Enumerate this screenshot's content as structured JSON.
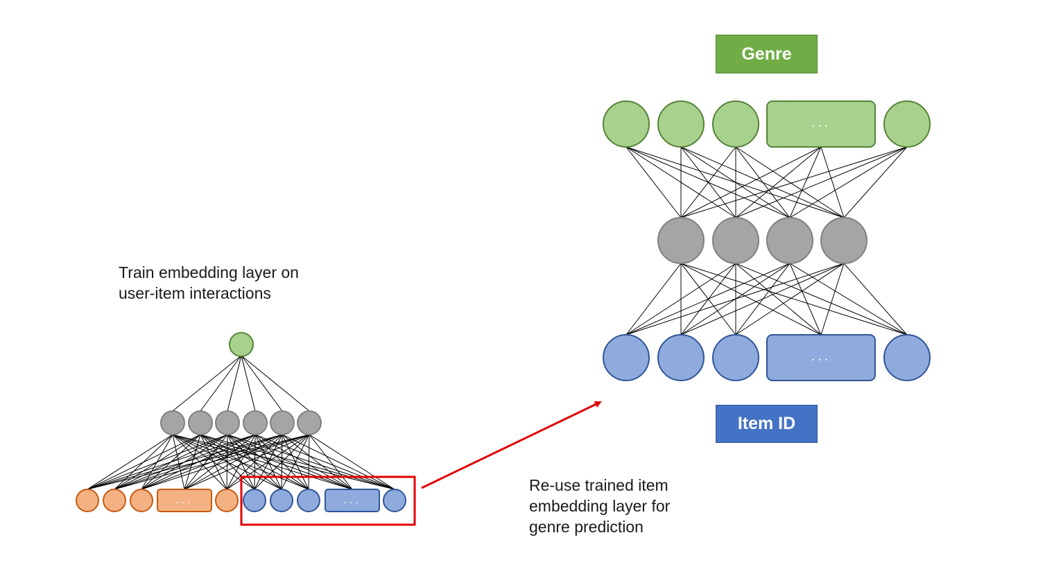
{
  "left_caption": {
    "line1": "Train embedding layer on",
    "line2": "user-item interactions"
  },
  "right_caption": {
    "line1": "Re-use trained item",
    "line2": "embedding layer for",
    "line3": "genre prediction"
  },
  "genre_box": {
    "label": "Genre"
  },
  "item_id_box": {
    "label": "Item ID"
  },
  "ellipsis": "...",
  "colors": {
    "green_fill": "#a9d18e",
    "green_stroke": "#548235",
    "green_box": "#70ad47",
    "gray_fill": "#a5a5a5",
    "gray_stroke": "#7f7f7f",
    "orange_fill": "#f4b183",
    "orange_stroke": "#c55a11",
    "blue_fill": "#8faadc",
    "blue_stroke": "#2f5597",
    "blue_box": "#4472c4",
    "highlight": "#e00000"
  }
}
